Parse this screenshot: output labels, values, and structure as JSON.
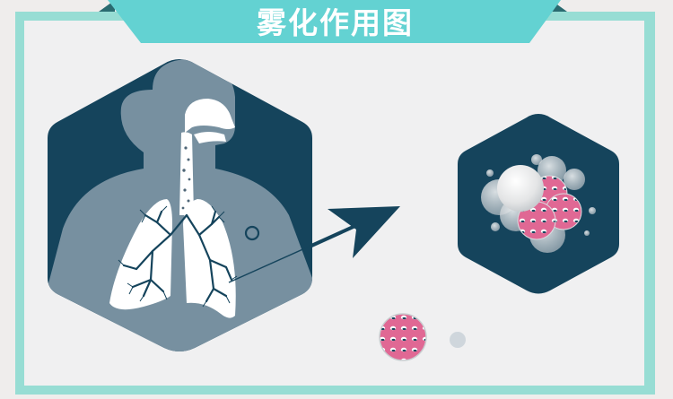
{
  "banner": {
    "title": "雾化作用图",
    "color": "#63d2d2",
    "corner_color": "#2a6b70"
  },
  "frame": {
    "border_color": "#97ddd4",
    "fill_color": "#f0f0f1"
  },
  "illustration": {
    "left_panel": {
      "label": "human-respiratory-system",
      "hex_color": "#15445c",
      "silhouette_color": "#7790a0",
      "organ_color": "#ffffff"
    },
    "arrow": {
      "color": "#15445c"
    },
    "right_panel": {
      "label": "aerosol-particles-cluster",
      "hex_color": "#15445c",
      "particle_color": "#e06894"
    },
    "loose_particles": [
      {
        "type": "pink-particle",
        "color": "#e06894"
      },
      {
        "type": "grey-droplet",
        "color": "#cfd6dc"
      }
    ]
  }
}
